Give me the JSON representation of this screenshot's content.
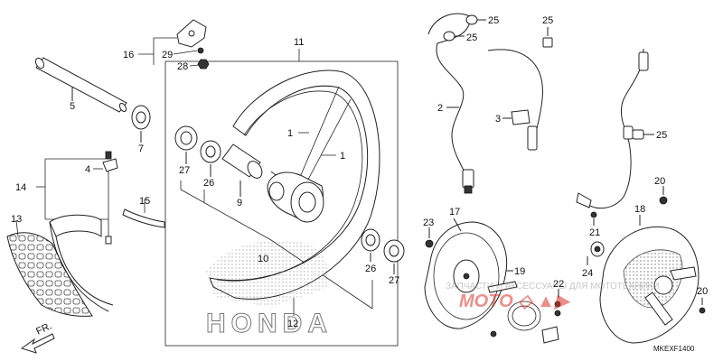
{
  "callouts": {
    "c1a": "1",
    "c1b": "1",
    "c2": "2",
    "c3": "3",
    "c4": "4",
    "c5": "5",
    "c7": "7",
    "c9": "9",
    "c10": "10",
    "c11": "11",
    "c12": "12",
    "c13": "13",
    "c14": "14",
    "c15": "15",
    "c16": "16",
    "c17": "17",
    "c18": "18",
    "c19": "19",
    "c20a": "20",
    "c20b": "20",
    "c21": "21",
    "c22": "22",
    "c23": "23",
    "c24": "24",
    "c25a": "25",
    "c25b": "25",
    "c25c": "25",
    "c25d": "25",
    "c26a": "26",
    "c26b": "26",
    "c27a": "27",
    "c27b": "27",
    "c28": "28",
    "c29": "29"
  },
  "direction_label": "FR.",
  "brand_lettering": "HONDA",
  "watermark_text": "ЗАПЧАСТИ И АКСЕССУАРЫ ДЛЯ МОТОТЕХНИКИ",
  "diagram_code": "MKEXF1400",
  "colors": {
    "line": "#222222",
    "watermark_red": "#d9342b",
    "tread": "#555555"
  }
}
